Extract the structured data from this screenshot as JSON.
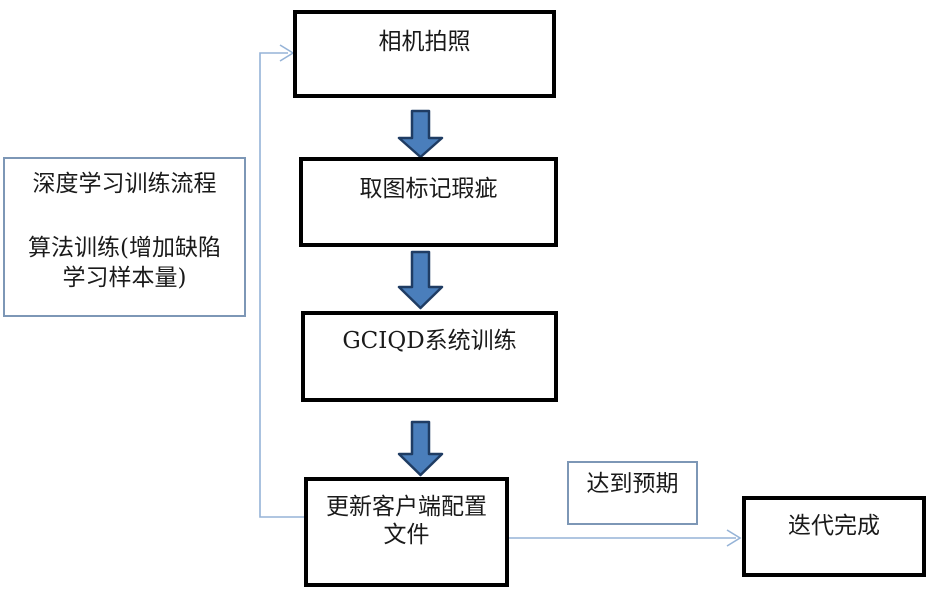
{
  "colors": {
    "page_background": "#ffffff",
    "box_border_black": "#000000",
    "box_border_blue": "#7d97b6",
    "arrow_fill": "#4a7ebb",
    "arrow_stroke": "#1f3c63",
    "connector": "#95b3d7",
    "text": "#1a1a1a"
  },
  "flow": {
    "camera": "相机拍照",
    "mark_defects": "取图标记瑕疵",
    "system_training": "GCIQD系统训练",
    "update_client_config": "更新客户端配置文件",
    "iteration_done": "迭代完成"
  },
  "labels": {
    "expectation": "达到预期",
    "note_line1": "深度学习训练流程",
    "note_line2": "算法训练(增加缺陷学习样本量)"
  }
}
